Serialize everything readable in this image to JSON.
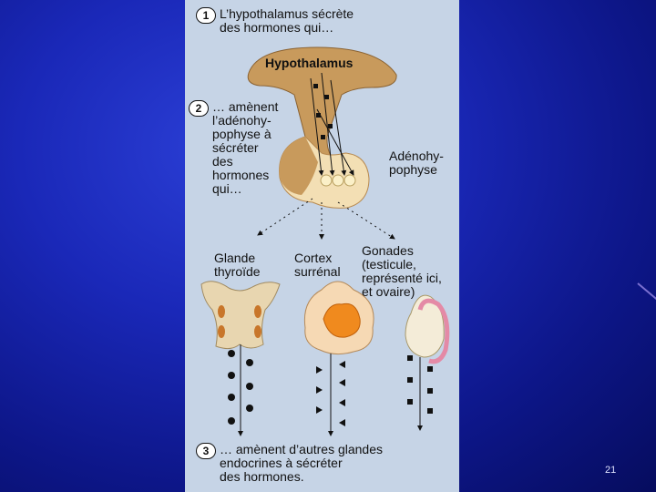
{
  "steps": {
    "step1": {
      "number": "1",
      "text": "L’hypothalamus sécrète\ndes hormones qui…"
    },
    "step2": {
      "number": "2",
      "text": "… amènent\nl’adénohy-\npophyse à\nsécréter\ndes\nhormones\nqui…"
    },
    "step3": {
      "number": "3",
      "text": "… amènent d’autres glandes\nendocrines à sécréter\ndes hormones."
    }
  },
  "labels": {
    "hypothalamus": "Hypothalamus",
    "adenohypophyse": "Adénohy-\npophyse",
    "thyroide": "Glande\nthyroïde",
    "cortex": "Cortex\nsurrénal",
    "gonades": "Gonades\n(testicule,\nreprésenté ici,\net ovaire)"
  },
  "footer": {
    "page_number": "21"
  },
  "colors": {
    "background": "#1a28b8",
    "panel": "#c6d4e6",
    "hypothalamus": "#c89a5c",
    "pituitary": "#f3dfb4",
    "thyroid": "#e8d6b0",
    "adrenal_cortex": "#f6d9b4",
    "adrenal_medulla": "#f08a1e",
    "testis": "#f4ecd8",
    "epididymis": "#f4b6c8"
  }
}
